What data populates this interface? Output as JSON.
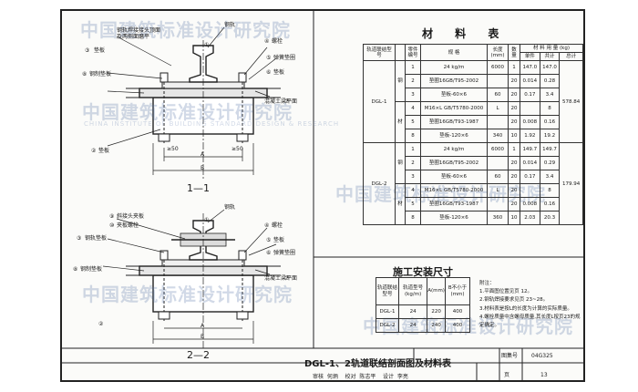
{
  "watermark": {
    "text": "中国建筑标准设计研究院",
    "sub": "CHINA INSTITUTE OF BUILDING STANDARD DESIGN & RESEARCH"
  },
  "section1": {
    "title": "1—1",
    "labels": [
      "钢轨焊接接头顶面",
      "及两侧面磨平",
      "钢轨",
      "垫板",
      "钢制垫板",
      "螺栓",
      "弹簧垫圈",
      "垫板",
      "混凝土梁平面",
      "垫板"
    ],
    "nums": [
      "①",
      "③",
      "④",
      "⑤",
      "⑥",
      "⑧",
      "②",
      "⑦"
    ],
    "dims": [
      "≥50",
      "≥50",
      "A",
      "B"
    ]
  },
  "section2": {
    "title": "2—2",
    "labels": [
      "斜接头夹板",
      "夹板螺栓",
      "钢轨",
      "钢轨垫板",
      "螺栓",
      "垫板",
      "弹簧垫圈",
      "混凝土梁平面",
      "钢制垫板"
    ],
    "nums": [
      "①",
      "③",
      "④",
      "⑤",
      "⑥",
      "⑧",
      "⑨",
      "⑩",
      "②",
      "⑦"
    ],
    "dims": [
      "A",
      "B"
    ]
  },
  "materials": {
    "title": "材 料 表",
    "headers": {
      "code": "轨道联结型号",
      "no": "零件编号",
      "spec": "规 格",
      "len": "长度(mm)",
      "qty": "数量",
      "usage": "材 料 用 量 (kg)",
      "unit": "单件",
      "total": "共计",
      "sum": "总计"
    },
    "groups": [
      {
        "code": "DGL-1",
        "cat": [
          "钢",
          "材"
        ],
        "sum": "578.84",
        "rows": [
          {
            "no": "1",
            "spec": "24 kg/m",
            "len": "6000",
            "qty": "1",
            "unit": "147.0",
            "total": "147.0"
          },
          {
            "no": "2",
            "spec": "垫圈16GB/T95-2002",
            "len": "",
            "qty": "20",
            "unit": "0.014",
            "total": "0.28"
          },
          {
            "no": "3",
            "spec": "垫板-60×6",
            "len": "60",
            "qty": "20",
            "unit": "0.17",
            "total": "3.4"
          },
          {
            "no": "4",
            "spec": "M16×L GB/T5780-2000",
            "len": "L",
            "qty": "20",
            "unit": "",
            "total": "8"
          },
          {
            "no": "5",
            "spec": "垫圈16GB/T93-1987",
            "len": "",
            "qty": "20",
            "unit": "0.008",
            "total": "0.16"
          },
          {
            "no": "8",
            "spec": "垫板-120×6",
            "len": "340",
            "qty": "10",
            "unit": "1.92",
            "total": "19.2"
          }
        ]
      },
      {
        "code": "DGL-2",
        "cat": [
          "钢",
          "材"
        ],
        "sum": "179.94",
        "rows": [
          {
            "no": "1",
            "spec": "24 kg/m",
            "len": "6000",
            "qty": "1",
            "unit": "149.7",
            "total": "149.7"
          },
          {
            "no": "2",
            "spec": "垫圈16GB/T95-2002",
            "len": "",
            "qty": "20",
            "unit": "0.014",
            "total": "0.29"
          },
          {
            "no": "3",
            "spec": "垫板-60×6",
            "len": "60",
            "qty": "20",
            "unit": "0.17",
            "total": "3.4"
          },
          {
            "no": "4",
            "spec": "M16×L GB/T5780-2000",
            "len": "L",
            "qty": "20",
            "unit": "",
            "total": "8"
          },
          {
            "no": "5",
            "spec": "垫圈16GB/T93-1987",
            "len": "",
            "qty": "20",
            "unit": "0.008",
            "total": "0.16"
          },
          {
            "no": "8",
            "spec": "垫板-120×6",
            "len": "360",
            "qty": "10",
            "unit": "2.03",
            "total": "20.3"
          }
        ]
      }
    ]
  },
  "install": {
    "title": "施工安装尺寸",
    "headers": [
      "轨道联结型号",
      "轨道型号(kg/m)",
      "A(mm)",
      "B不小于(mm)"
    ],
    "rows": [
      [
        "DGL-1",
        "24",
        "220",
        "400"
      ],
      [
        "DGL-2",
        "24",
        "240",
        "400"
      ]
    ]
  },
  "notes": {
    "heading": "附注：",
    "items": [
      "1.平面图位置见页 12。",
      "2.钢轨焊接要求见页 23~28。",
      "3.材料表是按L的长度为计算的实际质量。",
      "4.螺栓质量中含螺母质量,其长度L按页23的规定确定。"
    ]
  },
  "titleblock": {
    "title": "DGL-1、2轨道联结剖面图及材料表",
    "atlas_label": "图集号",
    "atlas_no": "04G325",
    "sig": [
      "审核",
      "何炳",
      "校对",
      "陈志平",
      "设计",
      "李亮",
      "页",
      "13"
    ]
  }
}
